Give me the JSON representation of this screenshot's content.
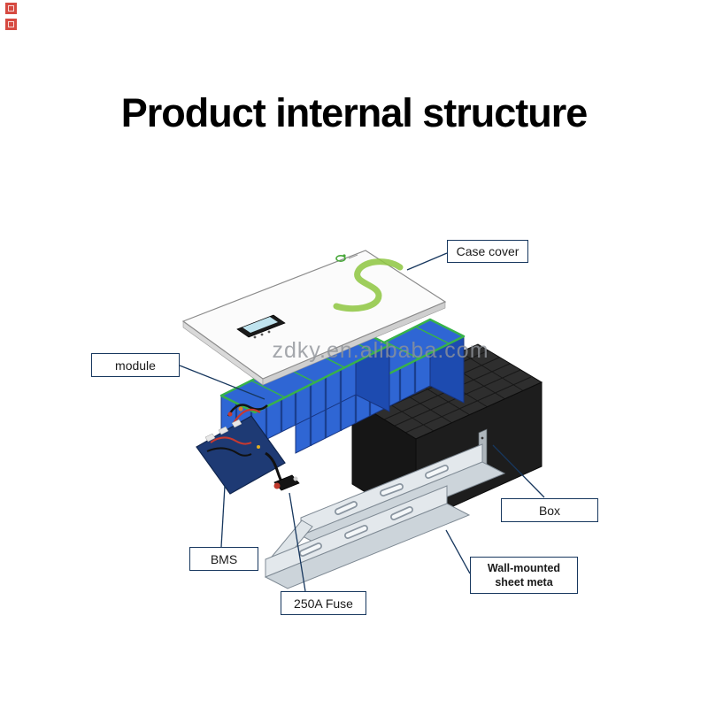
{
  "page": {
    "title": "Product internal structure",
    "watermark": "zdky.en.alibaba.com"
  },
  "labels": {
    "case_cover": "Case cover",
    "module": "module",
    "box": "Box",
    "bms": "BMS",
    "fuse": "250A Fuse",
    "wall_line1": "Wall-mounted",
    "wall_line2": "sheet meta"
  },
  "colors": {
    "callout_border": "#17375e",
    "module_blue": "#2f66d4",
    "module_blue_dark": "#1d4bb0",
    "module_green": "#38b24a",
    "box_dark": "#2e2e2e",
    "box_darker": "#161616",
    "bracket_gray": "#e3e8ec",
    "watermark_gray": "#8f9399",
    "wire_red": "#c8392f",
    "cover_white": "#fbfbfb",
    "swoosh_green": "#8dc63f"
  }
}
